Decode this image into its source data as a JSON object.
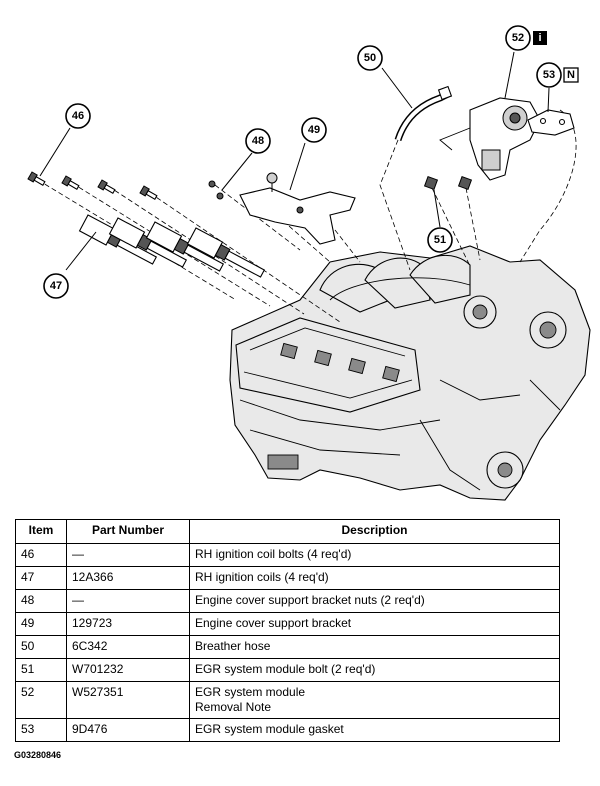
{
  "callouts": [
    {
      "number": "46"
    },
    {
      "number": "47"
    },
    {
      "number": "48"
    },
    {
      "number": "49"
    },
    {
      "number": "50"
    },
    {
      "number": "51"
    },
    {
      "number": "52",
      "badge": "i"
    },
    {
      "number": "53",
      "badge": "N"
    }
  ],
  "table": {
    "headers": {
      "item": "Item",
      "part_number": "Part Number",
      "description": "Description"
    },
    "rows": [
      {
        "item": "46",
        "part_number": "—",
        "description": "RH ignition coil bolts (4 req'd)"
      },
      {
        "item": "47",
        "part_number": "12A366",
        "description": "RH ignition coils (4 req'd)"
      },
      {
        "item": "48",
        "part_number": "—",
        "description": "Engine cover support bracket nuts (2 req'd)"
      },
      {
        "item": "49",
        "part_number": "129723",
        "description": "Engine cover support bracket"
      },
      {
        "item": "50",
        "part_number": "6C342",
        "description": "Breather hose"
      },
      {
        "item": "51",
        "part_number": "W701232",
        "description": "EGR system module bolt (2 req'd)"
      },
      {
        "item": "52",
        "part_number": "W527351",
        "description": "EGR system module",
        "note": "Removal Note"
      },
      {
        "item": "53",
        "part_number": "9D476",
        "description": "EGR system module gasket"
      }
    ]
  },
  "figure_code": "G03280846"
}
